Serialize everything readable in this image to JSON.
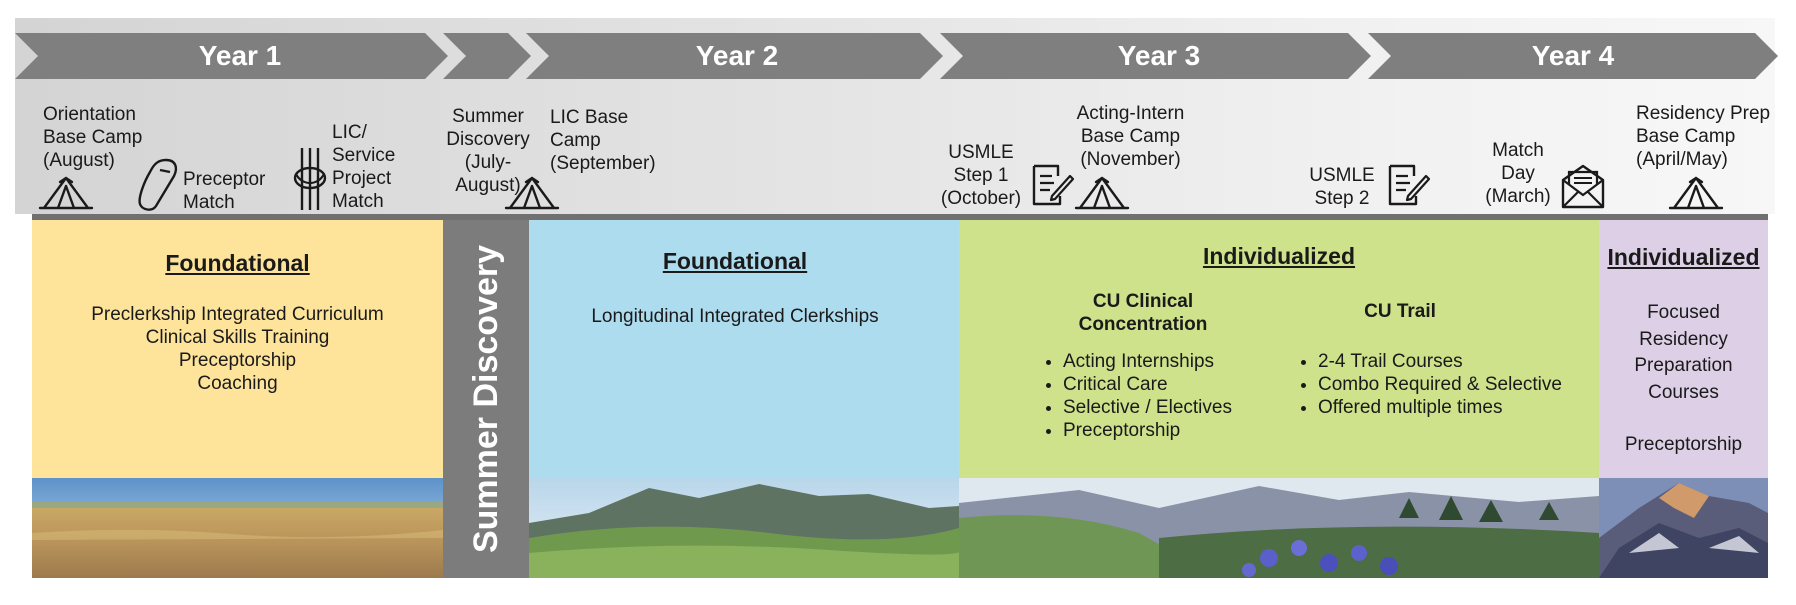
{
  "years": [
    "Year 1",
    "Year 2",
    "Year 3",
    "Year 4"
  ],
  "milestones": {
    "orientation": [
      "Orientation",
      "Base Camp",
      "(August)"
    ],
    "preceptor": [
      "Preceptor",
      "Match"
    ],
    "lic_service": [
      "LIC/",
      "Service",
      "Project",
      "Match"
    ],
    "summer": [
      "Summer",
      "Discovery",
      "(July-",
      "August)"
    ],
    "lic_base": [
      "LIC Base",
      "Camp",
      "(September)"
    ],
    "usmle1": [
      "USMLE",
      "Step 1",
      "(October)"
    ],
    "acting_intern": [
      "Acting-Intern",
      "Base Camp",
      "(November)"
    ],
    "usmle2": [
      "USMLE",
      "Step 2"
    ],
    "match_day": [
      "Match",
      "Day",
      "(March)"
    ],
    "residency_prep": [
      "Residency Prep",
      "Base Camp",
      "(April/May)"
    ]
  },
  "sections": {
    "y1": {
      "title": "Foundational",
      "lines": [
        "Preclerkship Integrated Curriculum",
        "Clinical Skills Training",
        "Preceptorship",
        "Coaching"
      ]
    },
    "summer": {
      "label": "Summer Discovery"
    },
    "y2": {
      "title": "Foundational",
      "lines": [
        "Longitudinal Integrated Clerkships"
      ]
    },
    "y3": {
      "title": "Individualized",
      "ccc_title": [
        "CU Clinical",
        "Concentration"
      ],
      "ccc_items": [
        "Acting Internships",
        "Critical Care",
        "Selective / Electives",
        "Preceptorship"
      ],
      "trail_title": "CU Trail",
      "trail_items": [
        "2-4 Trail Courses",
        "Combo Required & Selective",
        "Offered multiple times"
      ]
    },
    "y4": {
      "title": "Individualized",
      "lines": [
        "Focused",
        "Residency",
        "Preparation",
        "Courses"
      ],
      "extra": "Preceptorship"
    }
  },
  "colors": {
    "arrow": "#7f7f7f",
    "y1_bg": "#fde49a",
    "y2_bg": "#aedcef",
    "y3_bg": "#cde28b",
    "y4_bg": "#ddd0e6",
    "summer_bg": "#7c7c7c"
  },
  "icons": [
    "tent-icon",
    "carabiner-icon",
    "rope-knot-icon",
    "document-pen-icon",
    "envelope-icon"
  ]
}
